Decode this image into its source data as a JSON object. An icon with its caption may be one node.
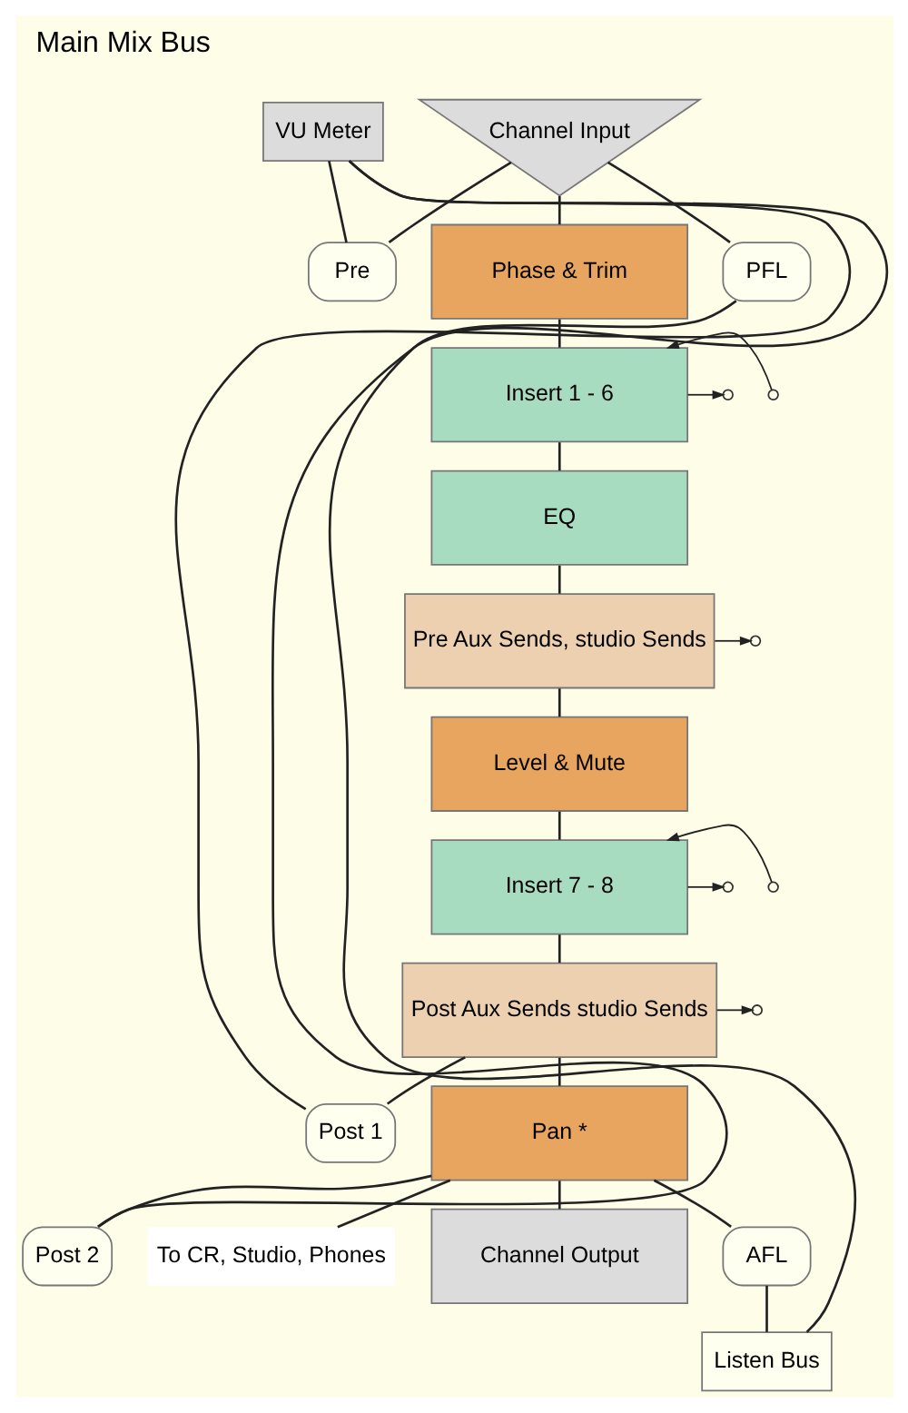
{
  "diagram": {
    "title": "Main Mix Bus",
    "nodes": [
      {
        "text": [
          "VU Meter"
        ]
      },
      {
        "text": [
          "Channel Input"
        ]
      },
      {
        "text": [
          "Pre"
        ]
      },
      {
        "text": [
          "PFL"
        ]
      },
      {
        "text": [
          "Phase & Trim"
        ]
      },
      {
        "text": [
          "Insert 1 - 6"
        ]
      },
      {
        "text": [
          "EQ"
        ]
      },
      {
        "text": [
          "Pre Aux Sends, studio Sends"
        ]
      },
      {
        "text": [
          "Level & Mute"
        ]
      },
      {
        "text": [
          "Insert 7 - 8"
        ]
      },
      {
        "text": [
          "Post Aux Sends studio Sends"
        ]
      },
      {
        "text": [
          "Post 1"
        ]
      },
      {
        "text": [
          "Pan *"
        ]
      },
      {
        "text": [
          "Post 2"
        ]
      },
      {
        "text": [
          "AFL"
        ]
      },
      {
        "text": [
          "To CR, Studio, Phones"
        ]
      },
      {
        "text": [
          "Channel Output"
        ]
      },
      {
        "text": [
          "Listen Bus"
        ]
      }
    ],
    "edges": [
      {
        "from": 1,
        "to": 4,
        "arrow": "none"
      },
      {
        "from": 4,
        "to": 5,
        "arrow": "none"
      },
      {
        "from": 5,
        "to": 6,
        "arrow": "none"
      },
      {
        "from": 6,
        "to": 7,
        "arrow": "none"
      },
      {
        "from": 7,
        "to": 8,
        "arrow": "none"
      },
      {
        "from": 8,
        "to": 9,
        "arrow": "none"
      },
      {
        "from": 9,
        "to": 10,
        "arrow": "none"
      },
      {
        "from": 10,
        "to": 12,
        "arrow": "none"
      },
      {
        "from": 12,
        "to": 16,
        "arrow": "none"
      },
      {
        "from": 1,
        "to": 2,
        "arrow": "none"
      },
      {
        "from": 1,
        "to": 3,
        "arrow": "none"
      },
      {
        "from": 2,
        "to": 0,
        "arrow": "none"
      },
      {
        "from": 10,
        "to": 11,
        "arrow": "none"
      },
      {
        "from": 11,
        "to": 0,
        "arrow": "none"
      },
      {
        "from": 12,
        "to": 13,
        "arrow": "none"
      },
      {
        "from": 13,
        "to": 0,
        "arrow": "none"
      },
      {
        "from": 12,
        "to": 14,
        "arrow": "none"
      },
      {
        "from": 3,
        "to": 17,
        "arrow": "none"
      },
      {
        "from": 14,
        "to": 17,
        "arrow": "none"
      },
      {
        "from": 12,
        "to": 15,
        "arrow": "none"
      },
      {
        "from": null,
        "to": 5,
        "arrow": "to"
      },
      {
        "from": 5,
        "to": null,
        "arrow": "to"
      },
      {
        "from": 7,
        "to": null,
        "arrow": "to"
      },
      {
        "from": null,
        "to": 9,
        "arrow": "to"
      },
      {
        "from": 9,
        "to": null,
        "arrow": "to"
      },
      {
        "from": 10,
        "to": null,
        "arrow": "to"
      }
    ]
  }
}
